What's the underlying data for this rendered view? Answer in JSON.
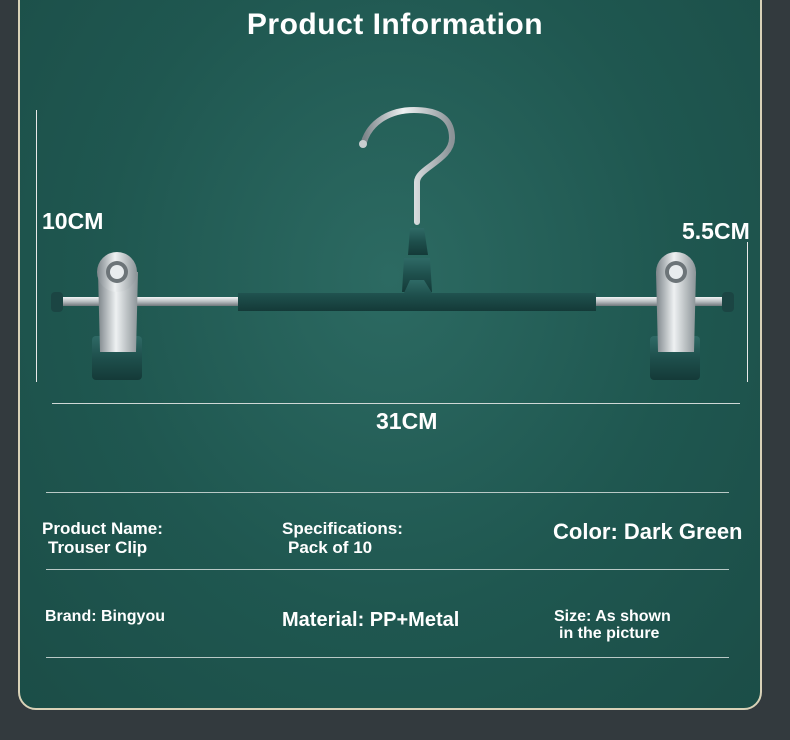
{
  "title": "Product Information",
  "dimensions": {
    "height_label": "10CM",
    "clip_label": "5.5CM",
    "width_label": "31CM"
  },
  "specs": {
    "product_name_label": "Product Name:",
    "product_name_value": "Trouser Clip",
    "specifications_label": "Specifications:",
    "specifications_value": "Pack of 10",
    "color": "Color: Dark Green",
    "brand": "Brand: Bingyou",
    "material": "Material: PP+Metal",
    "size_line1": "Size: As shown",
    "size_line2": "in the picture"
  },
  "colors": {
    "background": "#1f5750",
    "hanger_plastic": "#1e4f4c",
    "metal": "#c7ccce"
  }
}
